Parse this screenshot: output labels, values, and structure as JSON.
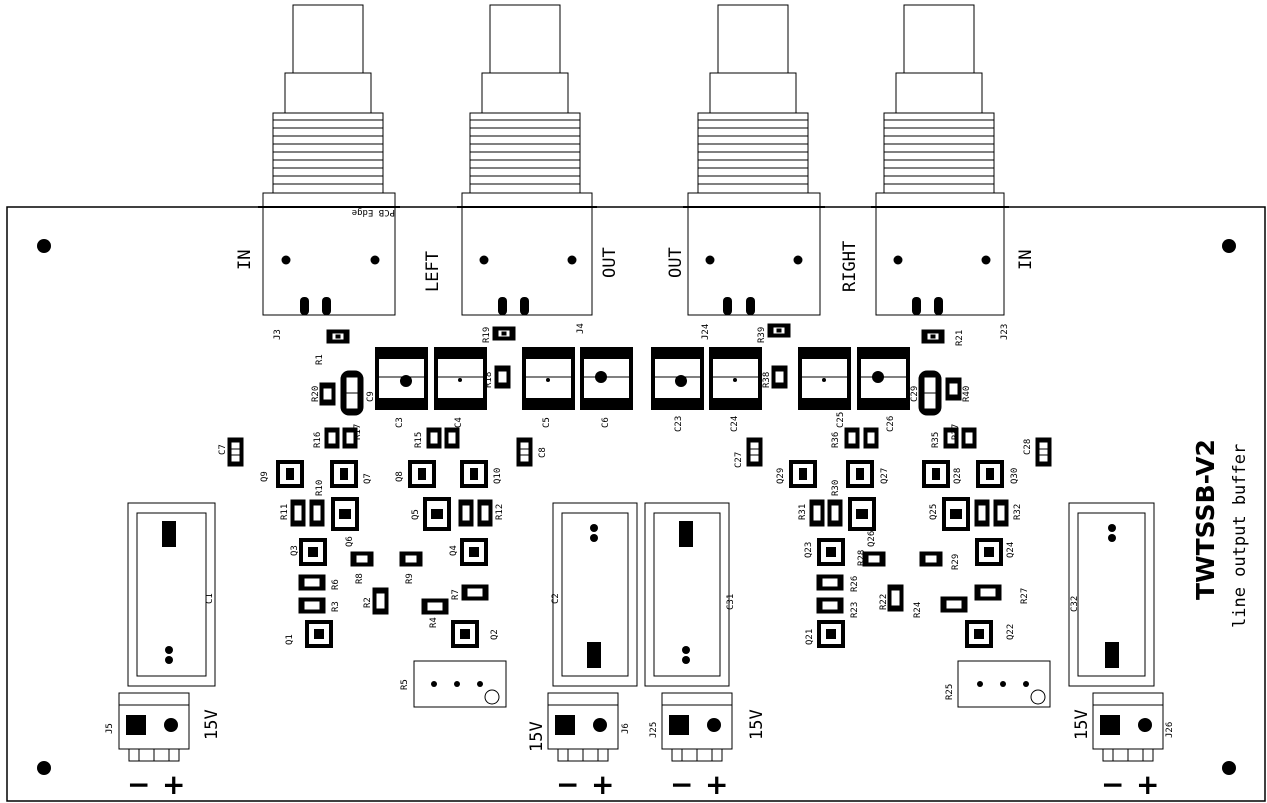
{
  "board": {
    "title": "TWTSSB-V2",
    "subtitle": "line output buffer",
    "edge_note": "PCB Edge"
  },
  "io_labels": {
    "left_in": "IN",
    "left": "LEFT",
    "left_out": "OUT",
    "right_out": "OUT",
    "right": "RIGHT",
    "right_in": "IN"
  },
  "jacks": [
    "J3",
    "J4",
    "J24",
    "J23"
  ],
  "power": [
    {
      "ref": "J5",
      "voltage": "15V",
      "minus": "−",
      "plus": "+"
    },
    {
      "ref": "J6",
      "voltage": "15V",
      "minus": "−",
      "plus": "+"
    },
    {
      "ref": "J25",
      "voltage": "15V",
      "minus": "−",
      "plus": "+"
    },
    {
      "ref": "J26",
      "voltage": "15V",
      "minus": "−",
      "plus": "+"
    }
  ],
  "electrolytics": [
    "C1",
    "C2",
    "C31",
    "C32"
  ],
  "trimmers": [
    "R5",
    "R25"
  ],
  "film_caps": [
    "C3",
    "C4",
    "C5",
    "C6",
    "C23",
    "C24",
    "C25",
    "C26"
  ],
  "parts": {
    "R1": "R1",
    "R2": "R2",
    "R3": "R3",
    "R4": "R4",
    "R6": "R6",
    "R7": "R7",
    "R8": "R8",
    "R9": "R9",
    "R10": "R10",
    "R11": "R11",
    "R12": "R12",
    "R15": "R15",
    "R16": "R16",
    "R17": "R17",
    "R18": "R18",
    "R19": "R19",
    "R20": "R20",
    "R21": "R21",
    "R22": "R22",
    "R23": "R23",
    "R24": "R24",
    "R26": "R26",
    "R27": "R27",
    "R28": "R28",
    "R29": "R29",
    "R30": "R30",
    "R31": "R31",
    "R32": "R32",
    "R35": "R35",
    "R36": "R36",
    "R37": "R37",
    "R38": "R38",
    "R39": "R39",
    "R40": "R40",
    "C7": "C7",
    "C8": "C8",
    "C9": "C9",
    "C27": "C27",
    "C28": "C28",
    "C29": "C29",
    "Q1": "Q1",
    "Q2": "Q2",
    "Q3": "Q3",
    "Q4": "Q4",
    "Q5": "Q5",
    "Q6": "Q6",
    "Q7": "Q7",
    "Q8": "Q8",
    "Q9": "Q9",
    "Q10": "Q10",
    "Q21": "Q21",
    "Q22": "Q22",
    "Q23": "Q23",
    "Q24": "Q24",
    "Q25": "Q25",
    "Q26": "Q26",
    "Q27": "Q27",
    "Q28": "Q28",
    "Q29": "Q29",
    "Q30": "Q30"
  },
  "colors": {
    "ink": "#000000",
    "paper": "#ffffff"
  }
}
